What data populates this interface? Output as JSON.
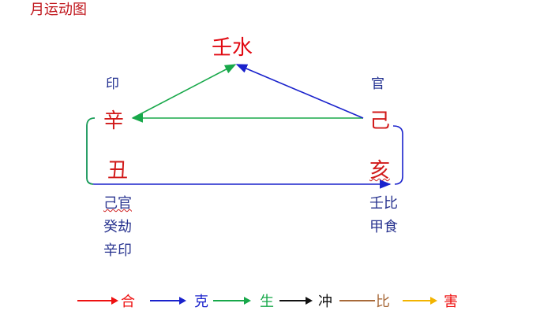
{
  "title": "月运动图",
  "center_node": "壬水",
  "left": {
    "god": "印",
    "stem": "辛",
    "branch": "丑",
    "hidden": [
      "己官",
      "癸劫",
      "辛印"
    ]
  },
  "right": {
    "god": "官",
    "stem": "己",
    "branch": "亥",
    "hidden": [
      "壬比",
      "甲食"
    ]
  },
  "legend": [
    {
      "label": "合",
      "color": "#ee1111",
      "style": "arrow"
    },
    {
      "label": "克",
      "color": "#1a22cc",
      "style": "arrow"
    },
    {
      "label": "生",
      "color": "#18a84a",
      "style": "arrow"
    },
    {
      "label": "冲",
      "color": "#111111",
      "style": "arrow"
    },
    {
      "label": "比",
      "color": "#a86a3a",
      "style": "line"
    },
    {
      "label": "害",
      "color": "#f2b400",
      "style": "arrow"
    }
  ],
  "relations": [
    {
      "from": "left.stem",
      "to": "center_node",
      "type": "生"
    },
    {
      "from": "right.stem",
      "to": "left.stem",
      "type": "生"
    },
    {
      "from": "right.stem",
      "to": "center_node",
      "type": "克"
    },
    {
      "from": "left.branch",
      "to": "right.branch",
      "type": "克"
    }
  ]
}
